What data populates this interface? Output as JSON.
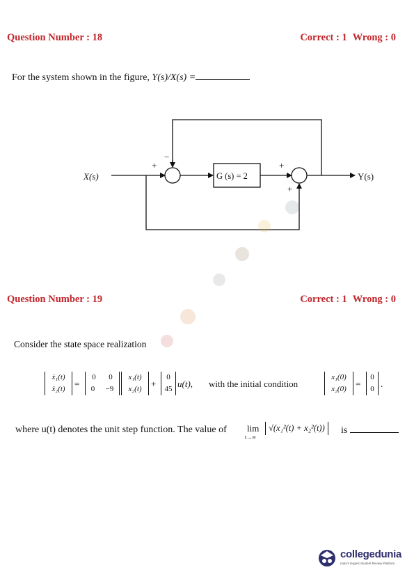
{
  "q18": {
    "number_label": "Question Number : 18",
    "correct_label": "Correct : 1",
    "wrong_label": "Wrong : 0",
    "prompt_text": "For the system shown in the figure, ",
    "prompt_expr": "Y(s)/X(s) =",
    "diagram": {
      "input_label": "X(s)",
      "output_label": "Y(s)",
      "block_label": "G (s) = 2",
      "sum1_plus": "+",
      "sum1_minus": "−",
      "sum2_plus_top": "+",
      "sum2_plus_bottom": "+"
    }
  },
  "q19": {
    "number_label": "Question Number : 19",
    "correct_label": "Correct : 1",
    "wrong_label": "Wrong : 0",
    "intro": "Consider the state space realization",
    "state_dot_1": "ẋ₁(t)",
    "state_dot_2": "ẋ₂(t)",
    "a11": "0",
    "a12": "0",
    "a21": "0",
    "a22": "−9",
    "state_1": "x₁(t)",
    "state_2": "x₂(t)",
    "b1": "0",
    "b2": "45",
    "input_u": "u(t),",
    "with_text": "with the initial condition",
    "init_1": "x₁(0)",
    "init_2": "x₂(0)",
    "init_v1": "0",
    "init_v2": "0",
    "where_text": "where u(t) denotes the unit step function. The value of",
    "lim_word": "lim",
    "lim_sub": "t→∞",
    "lim_expr": "√(x₁²(t) + x₂²(t))",
    "is_text": "is"
  },
  "logo": {
    "name": "collegedunia",
    "tagline": "India's largest Student Review Platform",
    "color": "#2f2f6e"
  },
  "colors": {
    "heading": "#c0262b",
    "text": "#111111"
  }
}
